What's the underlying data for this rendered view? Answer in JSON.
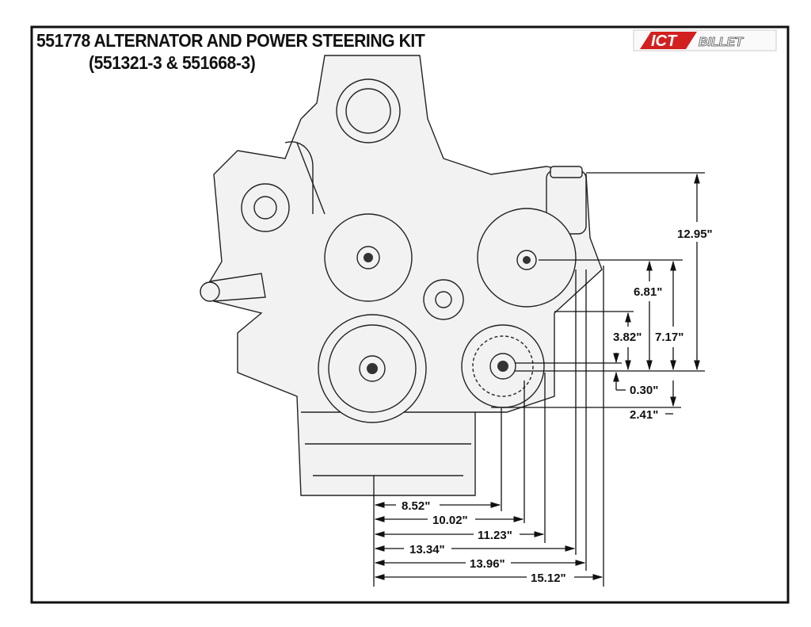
{
  "title": {
    "line1": "551778 ALTERNATOR AND POWER STEERING KIT",
    "line2": "(551321-3 & 551668-3)"
  },
  "logo": {
    "text": "ICT BILLET",
    "colors": {
      "red": "#d2201f",
      "gray": "#888888"
    }
  },
  "vertical_dimensions": [
    "12.95\"",
    "6.81\"",
    "3.82\"",
    "7.17\"",
    "0.30\"",
    "2.41\""
  ],
  "horizontal_dimensions": [
    "8.52\"",
    "10.02\"",
    "11.23\"",
    "13.34\"",
    "13.96\"",
    "15.12\""
  ]
}
